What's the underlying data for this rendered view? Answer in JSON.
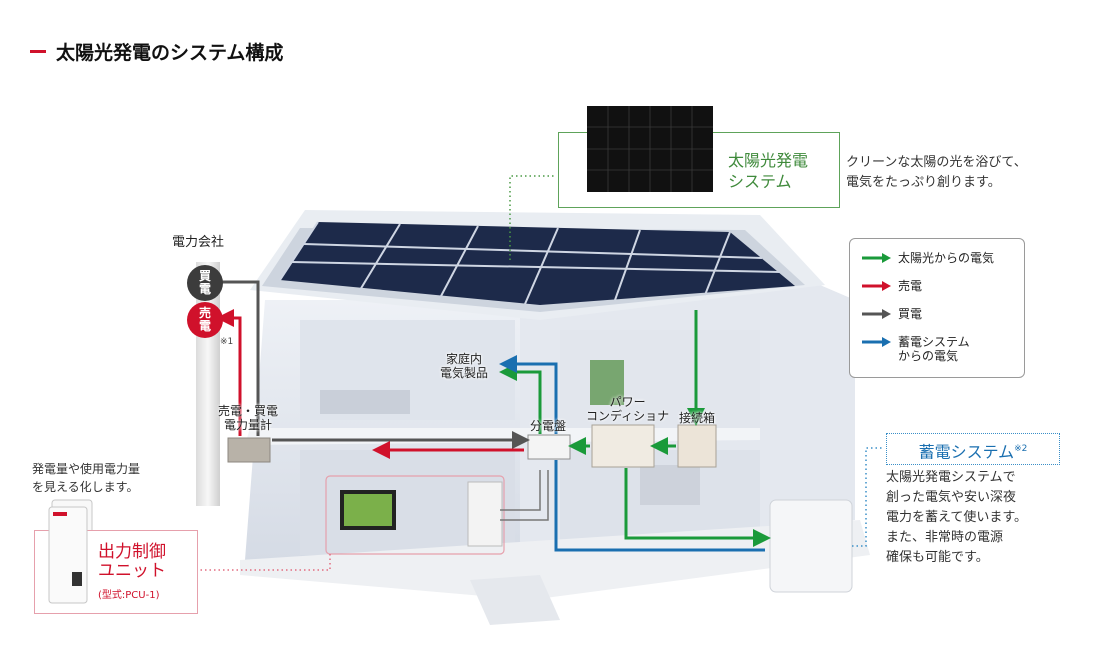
{
  "title": "太陽光発電のシステム構成",
  "solar": {
    "name_line1": "太陽光発電",
    "name_line2": "システム",
    "desc_line1": "クリーンな太陽の光を浴びて、",
    "desc_line2": "電気をたっぷり創ります。"
  },
  "power_company": "電力会社",
  "badge_buy_1": "買",
  "badge_buy_2": "電",
  "badge_sell_1": "売",
  "badge_sell_2": "電",
  "note1": "※1",
  "labels": {
    "meter_1": "売電・買電",
    "meter_2": "電力量計",
    "appliances_1": "家庭内",
    "appliances_2": "電気製品",
    "distribution": "分電盤",
    "pcs_1": "パワー",
    "pcs_2": "コンディショナ",
    "junction": "接続箱"
  },
  "legend": {
    "items": [
      {
        "label": "太陽光からの電気",
        "color": "#1a9a3a"
      },
      {
        "label": "売電",
        "color": "#d0112b"
      },
      {
        "label": "買電",
        "color": "#555555"
      },
      {
        "label_1": "蓄電システム",
        "label_2": "からの電気",
        "color": "#1a6fb0"
      }
    ]
  },
  "storage": {
    "name": "蓄電システム",
    "note": "※2",
    "desc": [
      "太陽光発電システムで",
      "創った電気や安い深夜",
      "電力を蓄えて使います。",
      "また、非常時の電源",
      "確保も可能です。"
    ]
  },
  "pcu": {
    "desc_1": "発電量や使用電力量",
    "desc_2": "を見える化します。",
    "name_1": "出力制御",
    "name_2": "ユニット",
    "model": "(型式:PCU-1)"
  },
  "colors": {
    "green": "#1a9a3a",
    "red": "#d0112b",
    "gray": "#555555",
    "blue": "#1a6fb0"
  }
}
